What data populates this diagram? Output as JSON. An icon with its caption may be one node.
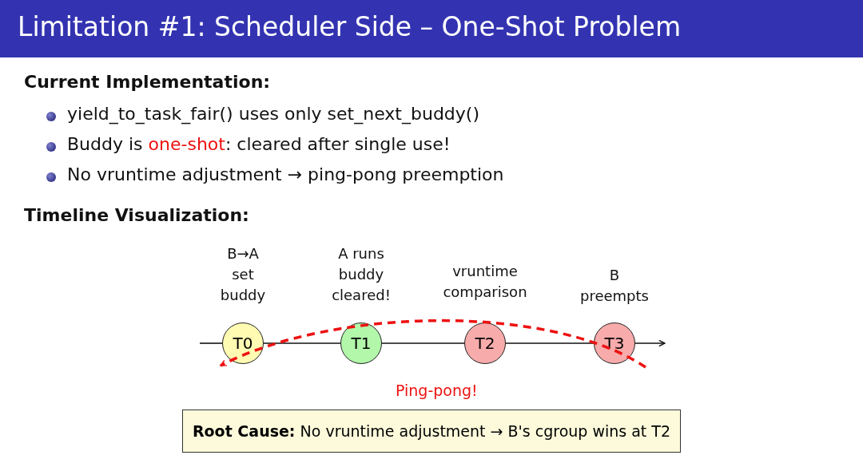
{
  "diagram": {
    "title": "Limitation #1: Scheduler Side – One-Shot Problem",
    "nodes": [
      {
        "text": [
          "T0"
        ],
        "beside": [
          "B→A set buddy"
        ]
      },
      {
        "text": [
          "T1"
        ],
        "beside": [
          "A runs buddy cleared!"
        ]
      },
      {
        "text": [
          "T2"
        ],
        "beside": [
          "vruntime comparison"
        ]
      },
      {
        "text": [
          "T3"
        ],
        "beside": [
          "B preempts"
        ]
      },
      {
        "text": [
          "**Root Cause:** No vruntime adjustment → B's cgroup wins at T2"
        ]
      }
    ],
    "edges": [
      {
        "from": null,
        "to": 0,
        "arrow": "none"
      },
      {
        "from": 0,
        "to": 1,
        "arrow": "none"
      },
      {
        "from": 1,
        "to": 2,
        "arrow": "none"
      },
      {
        "from": 2,
        "to": 3,
        "arrow": "none"
      },
      {
        "from": 3,
        "to": null,
        "arrow": "to"
      },
      {
        "from": null,
        "to": 0,
        "arrow": "to",
        "label": "Ping-pong!",
        "style": "dashed",
        "color": "#ee1111"
      }
    ],
    "labels": [
      "Current Implementation:",
      "yield_to_task_fair() uses only set_next_buddy()",
      "Buddy is *one-shot*: cleared after single use!",
      "No vruntime adjustment → ping-pong preemption",
      "Timeline Visualization:"
    ]
  }
}
